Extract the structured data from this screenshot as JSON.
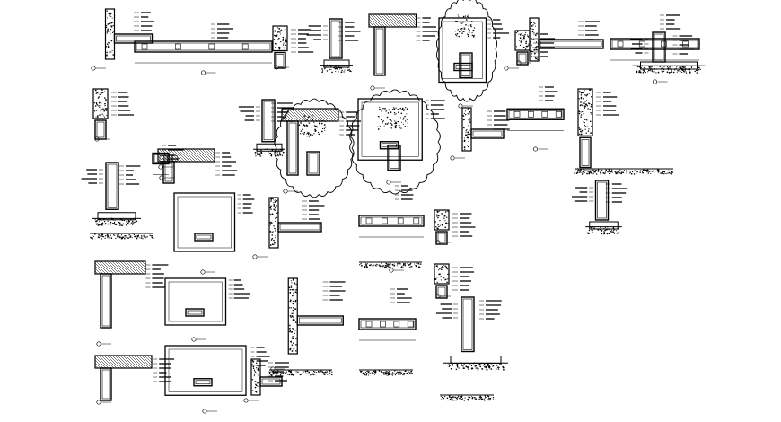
{
  "sheet": {
    "background": "#ffffff",
    "line_color": "#000000",
    "hatch_color": "#000000",
    "details": [
      {
        "id": "d01"
      },
      {
        "id": "d02"
      },
      {
        "id": "d03"
      },
      {
        "id": "d04"
      },
      {
        "id": "d05"
      },
      {
        "id": "d06"
      },
      {
        "id": "d07"
      },
      {
        "id": "d08"
      },
      {
        "id": "d09"
      },
      {
        "id": "d10"
      },
      {
        "id": "d11"
      },
      {
        "id": "d12"
      },
      {
        "id": "d13"
      },
      {
        "id": "d14"
      },
      {
        "id": "d15"
      },
      {
        "id": "d16"
      },
      {
        "id": "d17"
      },
      {
        "id": "d18"
      },
      {
        "id": "d19"
      },
      {
        "id": "d20"
      },
      {
        "id": "d21"
      },
      {
        "id": "d22"
      },
      {
        "id": "d23"
      },
      {
        "id": "d24"
      },
      {
        "id": "d25"
      },
      {
        "id": "d26"
      },
      {
        "id": "d27"
      },
      {
        "id": "d28"
      },
      {
        "id": "d29"
      },
      {
        "id": "d30"
      },
      {
        "id": "d31"
      },
      {
        "id": "d32"
      },
      {
        "id": "d33"
      },
      {
        "id": "d34"
      }
    ],
    "cloud_callouts": 3
  }
}
